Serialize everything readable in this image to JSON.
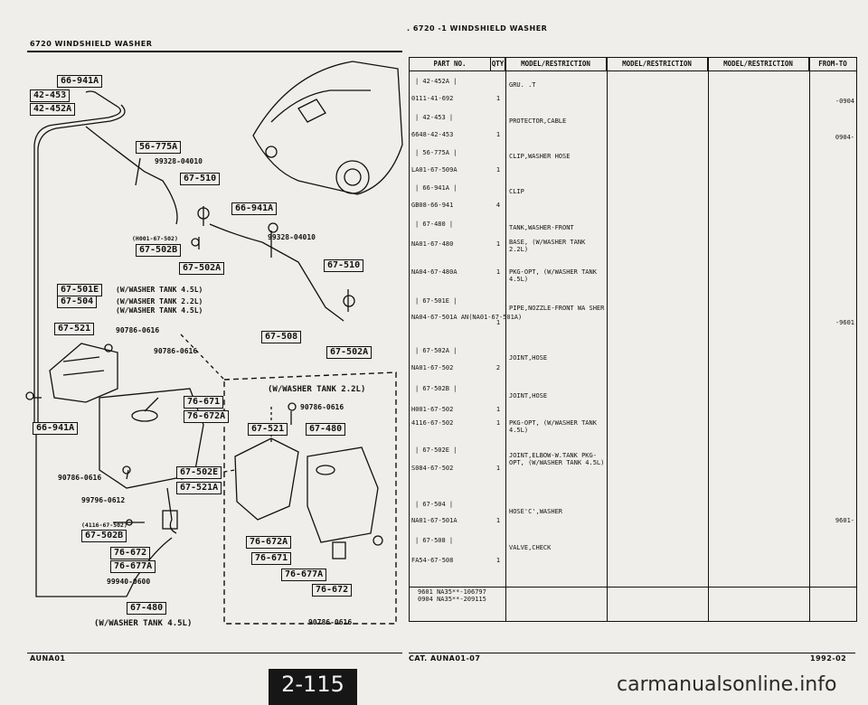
{
  "page": {
    "top_right_header": ". 6720  -1   WINDSHIELD WASHER",
    "top_left_header": "6720    WINDSHIELD WASHER",
    "bottom_left_code": "AUNA01",
    "bottom_cat": "CAT. AUNA01-07",
    "bottom_year": "1992-02",
    "page_number": "2-115",
    "watermark": "carmanualsonline.info"
  },
  "diagram": {
    "labels": [
      "66-941A",
      "42-453",
      "42-452A",
      "56-775A",
      "67-510",
      "66-941A",
      "67-502B",
      "67-502A",
      "67-510",
      "67-501E",
      "67-504",
      "67-521",
      "67-508",
      "67-502A",
      "76-671",
      "76-672A",
      "66-941A",
      "67-521",
      "67-480",
      "67-502E",
      "67-521A",
      "67-502B",
      "76-672",
      "76-677A",
      "76-672A",
      "76-671",
      "76-677A",
      "76-672",
      "67-480"
    ],
    "notes": {
      "n1": "99328-04010",
      "n2": "(H001-67-502)",
      "n3": "99328-04010",
      "n4": "(W/WASHER TANK 4.5L)",
      "n5": "(W/WASHER TANK 2.2L)",
      "n6": "(W/WASHER TANK 4.5L)",
      "n7": "90786-0616",
      "n8": "90786-0616",
      "n9": "(W/WASHER TANK 2.2L)",
      "n10": "90786-0616",
      "n11": "90786-0616",
      "n12": "99796-0612",
      "n13": "(4116-67-502)",
      "n14": "99940-0600",
      "n15": "(W/WASHER TANK 4.5L)",
      "n16": "90786-0616"
    }
  },
  "table": {
    "columns": [
      "PART NO.",
      "QTY",
      "MODEL/RESTRICTION",
      "MODEL/RESTRICTION",
      "MODEL/RESTRICTION",
      "FROM-TO"
    ],
    "rows": [
      {
        "box": "| 42-452A |",
        "part": "0111-41-692",
        "qty": "1",
        "desc": "GRU.  .T",
        "from": "-0904"
      },
      {
        "box": "| 42-453  |",
        "part": "6648-42-453",
        "qty": "1",
        "desc": "PROTECTOR,CABLE",
        "from": "0904-"
      },
      {
        "box": "| 56-775A |",
        "part": "LA01-67-509A",
        "qty": "1",
        "desc": "CLIP,WASHER HOSE",
        "from": ""
      },
      {
        "box": "| 66-941A |",
        "part": "GB08-66-941",
        "qty": "4",
        "desc": "CLIP",
        "from": ""
      },
      {
        "box": "| 67-480  |",
        "part": "",
        "qty": "",
        "desc": "TANK,WASHER-FRONT",
        "from": ""
      },
      {
        "box": "",
        "part": "NA01-67-480",
        "qty": "1",
        "desc": "BASE, (W/WASHER TANK 2.2L)",
        "from": ""
      },
      {
        "box": "",
        "part": "NA04-67-480A",
        "qty": "1",
        "desc": "PKG-OPT, (W/WASHER TANK 4.5L)",
        "from": ""
      },
      {
        "box": "| 67-501E |",
        "part": "NA04-67-501A AN(NA01-67-501A)",
        "qty": "1",
        "desc": "PIPE,NOZZLE-FRONT WA SHER",
        "from": "-9601"
      },
      {
        "box": "| 67-502A |",
        "part": "NA01-67-502",
        "qty": "2",
        "desc": "JOINT,HOSE",
        "from": ""
      },
      {
        "box": "| 67-502B |",
        "part": "H001-67-502",
        "qty": "1",
        "desc": "JOINT,HOSE",
        "from": ""
      },
      {
        "box": "",
        "part": "4116-67-502",
        "qty": "1",
        "desc": "PKG-OPT, (W/WASHER TANK 4.5L)",
        "from": ""
      },
      {
        "box": "| 67-502E |",
        "part": "S084-67-502",
        "qty": "1",
        "desc": "JOINT,ELBOW-W.TANK PKG-OPT, (W/WASHER TANK 4.5L)",
        "from": ""
      },
      {
        "box": "| 67-504  |",
        "part": "NA01-67-501A",
        "qty": "1",
        "desc": "HOSE'C',WASHER",
        "from": "9601-"
      },
      {
        "box": "| 67-508  |",
        "part": "FA54-67-508",
        "qty": "1",
        "desc": "VALVE,CHECK",
        "from": ""
      }
    ],
    "footnotes": [
      "9601 NA35**-106797",
      "0904 NA35**-209115"
    ]
  }
}
